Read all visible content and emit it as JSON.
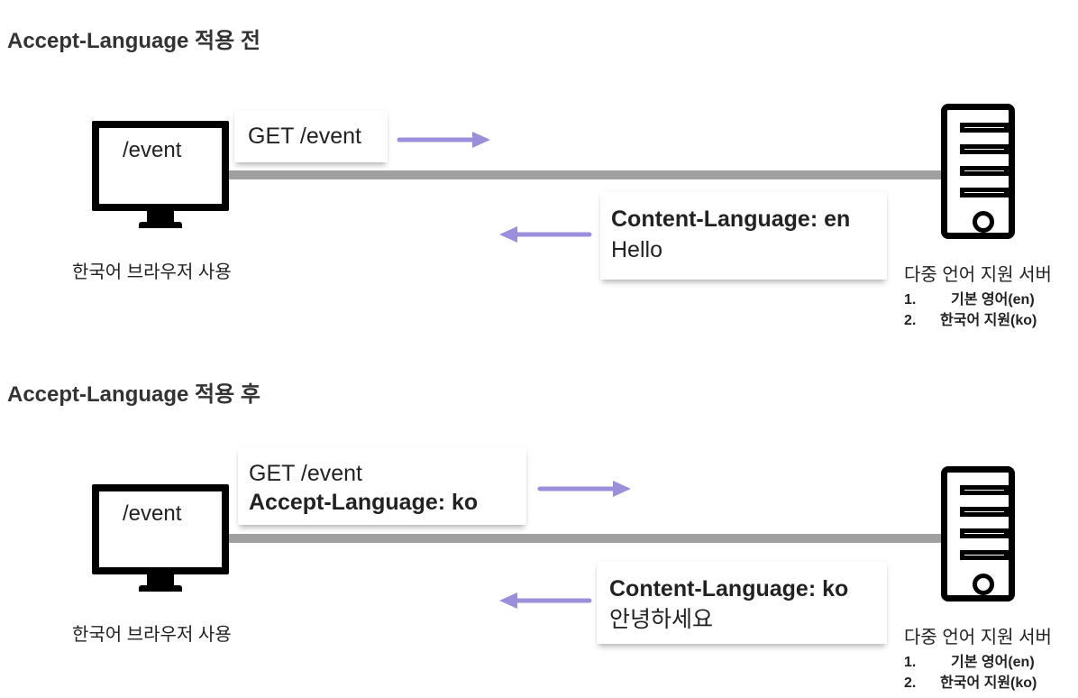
{
  "sections": [
    {
      "title": "Accept-Language 적용 전",
      "browser": {
        "screen_text": "/event",
        "caption": "한국어 브라우저 사용"
      },
      "request": {
        "lines": [
          "GET /event"
        ]
      },
      "response": {
        "lines": [
          "Content-Language: en",
          "Hello"
        ]
      },
      "server": {
        "caption": "다중 언어 지원 서버",
        "list": [
          {
            "num": "1.",
            "text": "기본 영어(en)"
          },
          {
            "num": "2.",
            "text": "한국어 지원(ko)"
          }
        ]
      }
    },
    {
      "title": "Accept-Language 적용 후",
      "browser": {
        "screen_text": "/event",
        "caption": "한국어 브라우저 사용"
      },
      "request": {
        "lines": [
          "GET /event",
          "Accept-Language: ko"
        ]
      },
      "response": {
        "lines": [
          "Content-Language: ko",
          "안녕하세요"
        ]
      },
      "server": {
        "caption": "다중 언어 지원 서버",
        "list": [
          {
            "num": "1.",
            "text": "기본 영어(en)"
          },
          {
            "num": "2.",
            "text": "한국어 지원(ko)"
          }
        ]
      }
    }
  ],
  "colors": {
    "arrow": "#9b8fdc",
    "wire": "#a0a0a0"
  },
  "icons": {
    "client": "monitor-icon",
    "server": "server-tower-icon"
  }
}
